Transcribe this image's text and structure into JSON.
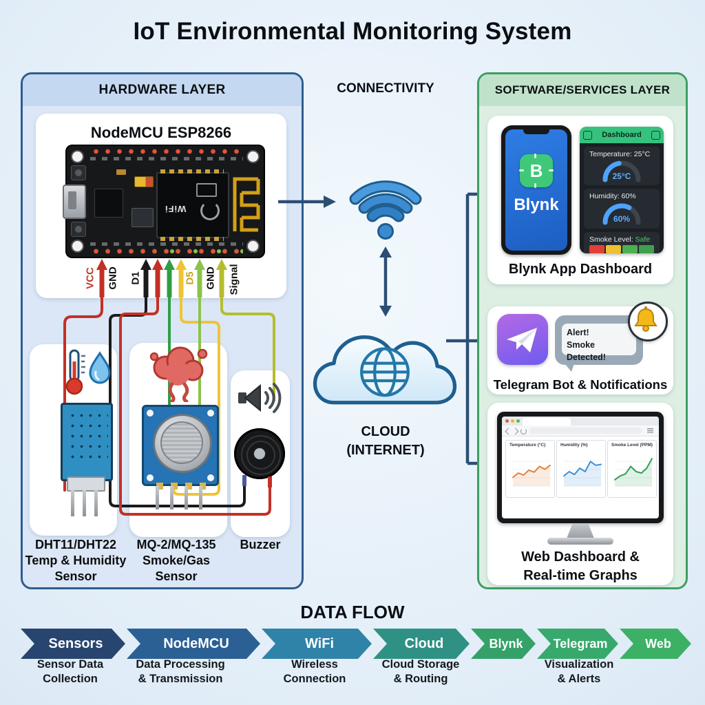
{
  "title": "IoT Environmental Monitoring System",
  "hardware": {
    "header": "HARDWARE LAYER",
    "board": {
      "title": "NodeMCU ESP8266",
      "chip_text": "WiFi"
    },
    "wire_labels": {
      "vcc": {
        "text": "VCC",
        "color": "#c0392b"
      },
      "gnd1": {
        "text": "GND",
        "color": "#111111"
      },
      "d1": {
        "text": "D1",
        "color": "#111111"
      },
      "d5": {
        "text": "D5",
        "color": "#c8a41c"
      },
      "gnd2": {
        "text": "GND",
        "color": "#111111"
      },
      "signal": {
        "text": "Signal",
        "color": "#111111"
      }
    },
    "sensors": [
      {
        "line1": "DHT11/DHT22",
        "line2": "Temp & Humidity",
        "line3": "Sensor"
      },
      {
        "line1": "MQ-2/MQ-135",
        "line2": "Smoke/Gas",
        "line3": "Sensor"
      },
      {
        "line1": "Buzzer",
        "line2": "",
        "line3": ""
      }
    ]
  },
  "connectivity": {
    "header": "CONNECTIVITY",
    "cloud_line1": "CLOUD",
    "cloud_line2": "(INTERNET)"
  },
  "software": {
    "header": "SOFTWARE/SERVICES LAYER",
    "blynk": {
      "app_letter": "B",
      "app_name": "Blynk",
      "dashboard_title": "Dashboard",
      "temp_label": "Temperature: 25°C",
      "temp_value": "25°C",
      "humidity_label": "Humidity: 60%",
      "humidity_value": "60%",
      "smoke_label": "Smoke Level:",
      "smoke_value": "Safe",
      "smoke_value_color": "#4ccf6e",
      "caption": "Blynk App Dashboard"
    },
    "telegram": {
      "alert_line1": "Alert!",
      "alert_line2": "Smoke Detected!",
      "caption": "Telegram Bot & Notifications"
    },
    "web": {
      "charts": [
        {
          "title": "Temperature (°C)",
          "color": "#e2813c",
          "values": [
            30,
            45,
            38,
            55,
            48,
            68,
            58,
            72
          ]
        },
        {
          "title": "Humidity (%)",
          "color": "#3e8fd6",
          "values": [
            35,
            50,
            40,
            62,
            50,
            85,
            72,
            75
          ]
        },
        {
          "title": "Smoke Level (PPM)",
          "color": "#2f9e58",
          "values": [
            22,
            35,
            42,
            68,
            50,
            45,
            62,
            95
          ]
        }
      ],
      "caption_line1": "Web Dashboard &",
      "caption_line2": "Real-time Graphs"
    }
  },
  "dataflow": {
    "header": "DATA FLOW",
    "steps": [
      {
        "label": "Sensors",
        "color": "#28456f"
      },
      {
        "label": "NodeMCU",
        "color": "#2b6094"
      },
      {
        "label": "WiFi",
        "color": "#2f83a8"
      },
      {
        "label": "Cloud",
        "color": "#2f9183"
      },
      {
        "label": "Blynk",
        "color": "#35a169"
      },
      {
        "label": "Telegram",
        "color": "#38a96c"
      },
      {
        "label": "Web",
        "color": "#3cb166"
      }
    ],
    "captions": [
      {
        "line1": "Sensor Data",
        "line2": "Collection"
      },
      {
        "line1": "Data Processing",
        "line2": "& Transmission"
      },
      {
        "line1": "Wireless",
        "line2": "Connection"
      },
      {
        "line1": "Cloud Storage",
        "line2": "& Routing"
      },
      {
        "line1": "Visualization",
        "line2": "& Alerts"
      }
    ]
  }
}
